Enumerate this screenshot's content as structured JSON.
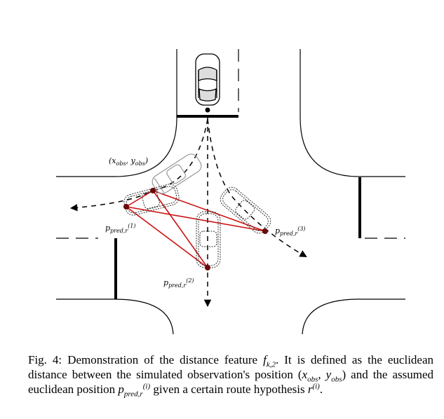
{
  "labels": {
    "observation": {
      "prefix": "(x",
      "sub1": "obs",
      "mid": ", y",
      "sub2": "obs",
      "suffix": ")"
    },
    "pred1": {
      "main": "p",
      "sub": "pred,r",
      "sup": "(1)"
    },
    "pred2": {
      "main": "p",
      "sub": "pred,r",
      "sup": "(2)"
    },
    "pred3": {
      "main": "p",
      "sub": "pred,r",
      "sup": "(3)"
    }
  },
  "caption": {
    "prefix": "Fig. 4:",
    "t1": "Demonstration of the distance feature ",
    "f_main": "f",
    "f_sub": "k,2",
    "t2": ". It is defined as the euclidean distance between the simulated observation's position (",
    "x_main": "x",
    "x_sub": "obs",
    "comma": ", ",
    "y_main": "y",
    "y_sub": "obs",
    "t3": ") and the assumed euclidean position ",
    "p_main": "p",
    "p_sub": "pred,r",
    "p_sup": "(i)",
    "t4": " given a certain route hypothesis ",
    "r_main": "r",
    "r_sup": "(i)",
    "t5": "."
  },
  "colors": {
    "route_lines": "#cc1111",
    "road": "#000000"
  }
}
